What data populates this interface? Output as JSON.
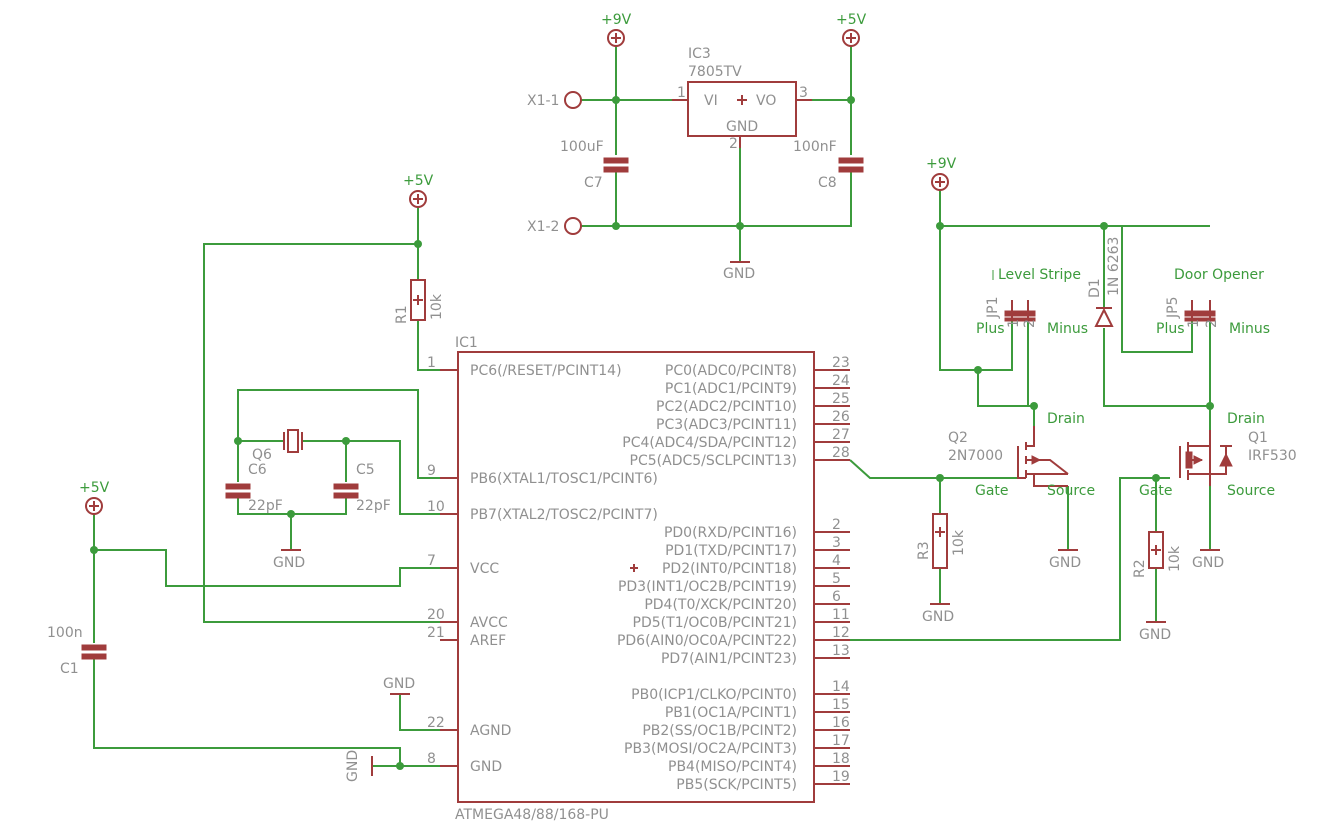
{
  "supplies": {
    "p9v_a": "+9V",
    "p5v_a": "+5V",
    "p5v_b": "+5V",
    "p9v_b": "+9V",
    "p5v_c": "+5V"
  },
  "grounds": [
    "GND",
    "GND",
    "GND",
    "GND",
    "GND",
    "GND",
    "GND",
    "GND"
  ],
  "connectors": {
    "x1_1": "X1-1",
    "x1_2": "X1-2"
  },
  "regulator": {
    "name": "IC3",
    "value": "7805TV",
    "pin_vi": "VI",
    "pin_vo": "VO",
    "pin_gnd": "GND",
    "pin1": "1",
    "pin2": "2",
    "pin3": "3"
  },
  "caps": {
    "c7": {
      "name": "C7",
      "value": "100uF"
    },
    "c8": {
      "name": "C8",
      "value": "100nF"
    },
    "c6": {
      "name": "C6",
      "value": "22pF"
    },
    "c5": {
      "name": "C5",
      "value": "22pF"
    },
    "c1": {
      "name": "C1",
      "value": "100n"
    }
  },
  "crystal": {
    "name": "Q6"
  },
  "resistors": {
    "r1": {
      "name": "R1",
      "value": "10k"
    },
    "r3": {
      "name": "R3",
      "value": "10k"
    },
    "r2": {
      "name": "R2",
      "value": "10k"
    }
  },
  "mcu": {
    "name": "IC1",
    "value": "ATMEGA48/88/168-PU",
    "left_pins": [
      {
        "num": "1",
        "label": "PC6(/RESET/PCINT14)"
      },
      {
        "num": "9",
        "label": "PB6(XTAL1/TOSC1/PCINT6)"
      },
      {
        "num": "10",
        "label": "PB7(XTAL2/TOSC2/PCINT7)"
      },
      {
        "num": "7",
        "label": "VCC"
      },
      {
        "num": "20",
        "label": "AVCC"
      },
      {
        "num": "21",
        "label": "AREF"
      },
      {
        "num": "22",
        "label": "AGND"
      },
      {
        "num": "8",
        "label": "GND"
      }
    ],
    "right_pins": [
      {
        "num": "23",
        "label": "PC0(ADC0/PCINT8)"
      },
      {
        "num": "24",
        "label": "PC1(ADC1/PCINT9)"
      },
      {
        "num": "25",
        "label": "PC2(ADC2/PCINT10)"
      },
      {
        "num": "26",
        "label": "PC3(ADC3/PCINT11)"
      },
      {
        "num": "27",
        "label": "PC4(ADC4/SDA/PCINT12)"
      },
      {
        "num": "28",
        "label": "PC5(ADC5/SCLPCINT13)"
      },
      {
        "num": "2",
        "label": "PD0(RXD/PCINT16)"
      },
      {
        "num": "3",
        "label": "PD1(TXD/PCINT17)"
      },
      {
        "num": "4",
        "label": "PD2(INT0/PCINT18)"
      },
      {
        "num": "5",
        "label": "PD3(INT1/OC2B/PCINT19)"
      },
      {
        "num": "6",
        "label": "PD4(T0/XCK/PCINT20)"
      },
      {
        "num": "11",
        "label": "PD5(T1/OC0B/PCINT21)"
      },
      {
        "num": "12",
        "label": "PD6(AIN0/OC0A/PCINT22)"
      },
      {
        "num": "13",
        "label": "PD7(AIN1/PCINT23)"
      },
      {
        "num": "14",
        "label": "PB0(ICP1/CLKO/PCINT0)"
      },
      {
        "num": "15",
        "label": "PB1(OC1A/PCINT1)"
      },
      {
        "num": "16",
        "label": "PB2(SS/OC1B/PCINT2)"
      },
      {
        "num": "17",
        "label": "PB3(MOSI/OC2A/PCINT3)"
      },
      {
        "num": "18",
        "label": "PB4(MISO/PCINT4)"
      },
      {
        "num": "19",
        "label": "PB5(SCK/PCINT5)"
      }
    ]
  },
  "jumpers": {
    "jp1": {
      "name": "JP1",
      "title": "Level Stripe",
      "plus": "Plus",
      "minus": "Minus",
      "pin1": "1",
      "pin2": "2"
    },
    "jp5": {
      "name": "JP5",
      "title": "Door Opener",
      "plus": "Plus",
      "minus": "Minus",
      "pin1": "1",
      "pin2": "2"
    }
  },
  "diode": {
    "name": "D1",
    "value": "1N 6263"
  },
  "q2": {
    "name": "Q2",
    "value": "2N7000",
    "drain": "Drain",
    "gate": "Gate",
    "source": "Source"
  },
  "q1": {
    "name": "Q1",
    "value": "IRF530",
    "drain": "Drain",
    "gate": "Gate",
    "source": "Source"
  }
}
